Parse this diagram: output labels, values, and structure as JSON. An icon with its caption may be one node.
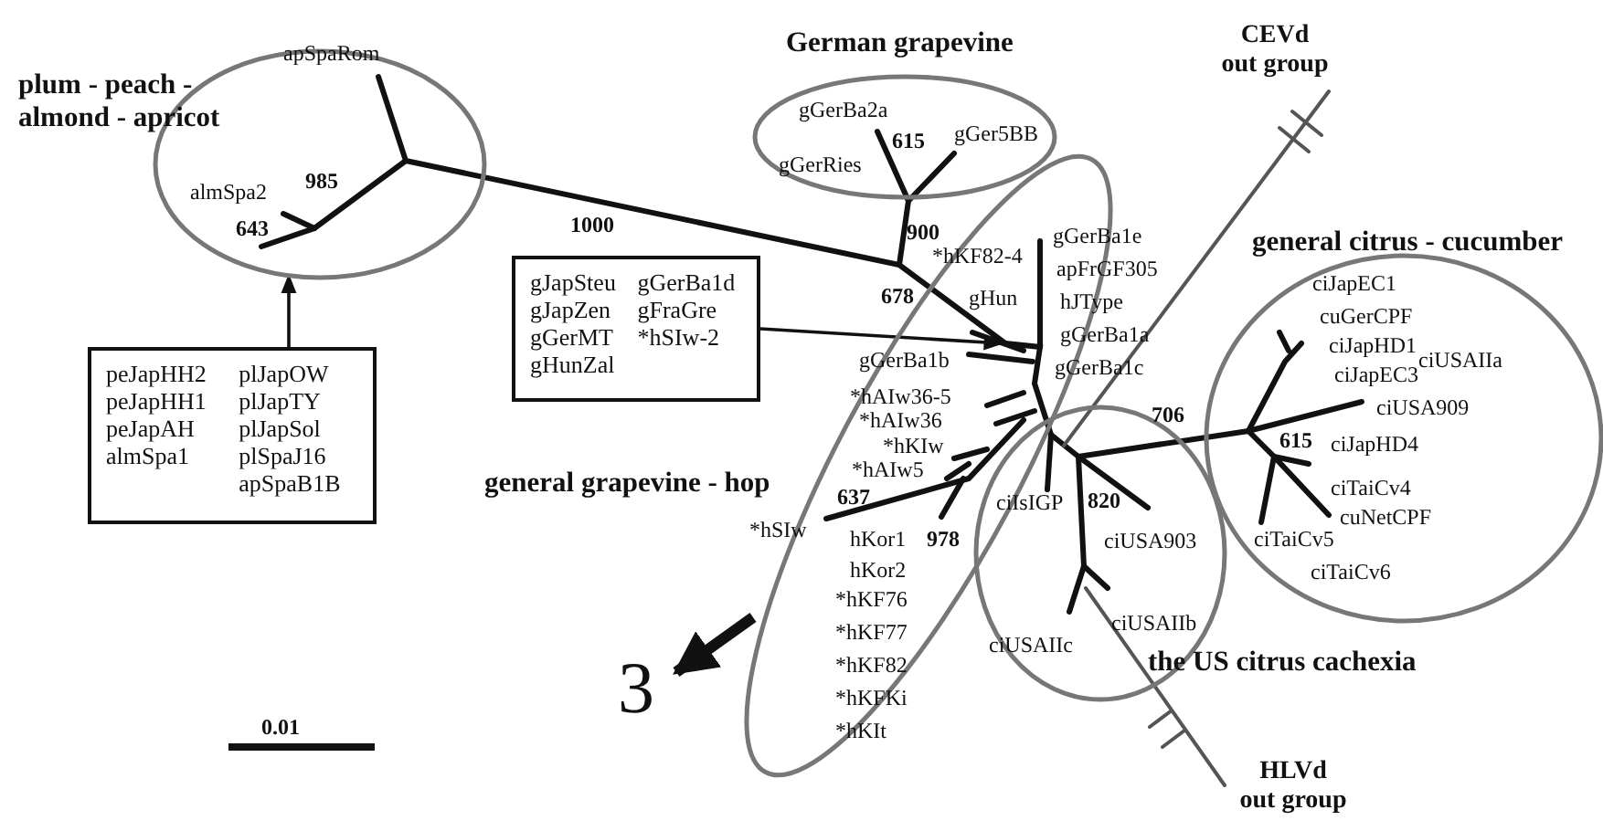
{
  "diagram": {
    "nodes": [
      {
        "text": [
          "plum - peach - almond - apricot"
        ]
      },
      {
        "text": [
          "German grapevine"
        ]
      },
      {
        "text": [
          "general grapevine - hop"
        ]
      },
      {
        "text": [
          "general citrus - cucumber"
        ]
      },
      {
        "text": [
          "the US citrus cachexia"
        ]
      },
      {
        "text": [
          "peJapHH2",
          "plJapOW",
          "peJapHH1",
          "plJapTY",
          "peJapAH",
          "plJapSol",
          "almSpa1",
          "plSpaJ16",
          "apSpaB1B"
        ]
      },
      {
        "text": [
          "gJapSteu",
          "gGerBa1d",
          "gJapZen",
          "gFraGre",
          "gGerMT",
          "*hSIw-2",
          "gHunZal"
        ]
      },
      {
        "text": [
          "3"
        ]
      }
    ],
    "edges": [
      {
        "from": 5,
        "to": 0,
        "arrow": "to"
      },
      {
        "from": 6,
        "to": 2,
        "arrow": "to"
      },
      {
        "from": 2,
        "to": 7,
        "arrow": "to",
        "style": "thick"
      }
    ],
    "labels": [
      "apSpaRom",
      "CEVd out group",
      "gGerBa2a",
      "615",
      "gGer5BB",
      "gGerRies",
      "almSpa2",
      "985",
      "643",
      "1000",
      "900",
      "gGerBa1e",
      "*hKF82-4",
      "apFrGF305",
      "678",
      "gHun",
      "hJType",
      "ciJapEC1",
      "cuGerCPF",
      "gGerBa1a",
      "ciJapHD1",
      "ciUSAIIa",
      "ciJapEC3",
      "gGerBa1b",
      "gGerBa1c",
      "*hAIw36-5",
      "ciUSA909",
      "*hAIw36",
      "*hKIw",
      "706",
      "615",
      "ciJapHD4",
      "*hAIw5",
      "ciTaiCv4",
      "637",
      "ciIsIGP",
      "820",
      "cuNetCPF",
      "*hSIw",
      "hKor1",
      "978",
      "ciUSA903",
      "ciTaiCv5",
      "hKor2",
      "ciTaiCv6",
      "*hKF76",
      "ciUSAIIb",
      "ciUSAIIc",
      "*hKF77",
      "*hKF82",
      "*hKFKi",
      "*hKIt",
      "HLVd out group",
      "0.01"
    ]
  }
}
